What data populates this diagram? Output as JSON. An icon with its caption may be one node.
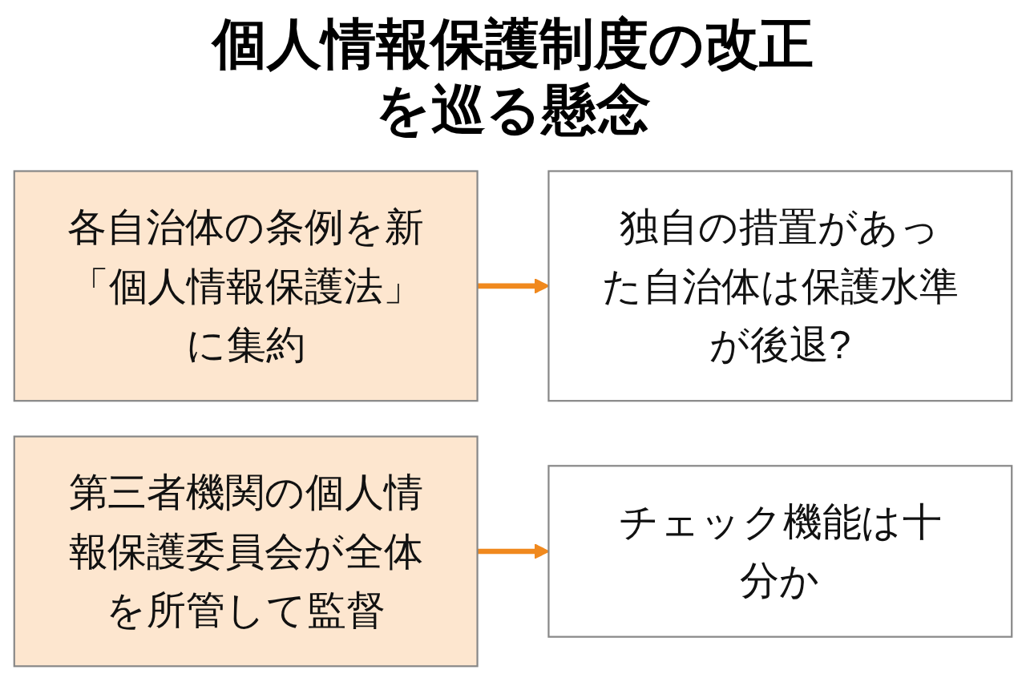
{
  "diagram": {
    "title": "個人情報保護制度の改正を巡る懸念",
    "nodes": [
      {
        "text": [
          "各自治体の条例を新「個人情報保護法」に集約"
        ]
      },
      {
        "text": [
          "独自の措置があった自治体は保護水準が後退?"
        ]
      },
      {
        "text": [
          "第三者機関の個人情報保護委員会が全体を所管して監督"
        ]
      },
      {
        "text": [
          "チェック機能は十分か"
        ]
      }
    ],
    "edges": [
      {
        "from": 0,
        "to": 1,
        "arrow": "to",
        "color": "#f0891e"
      },
      {
        "from": 2,
        "to": 3,
        "arrow": "to",
        "color": "#f0891e"
      }
    ]
  }
}
